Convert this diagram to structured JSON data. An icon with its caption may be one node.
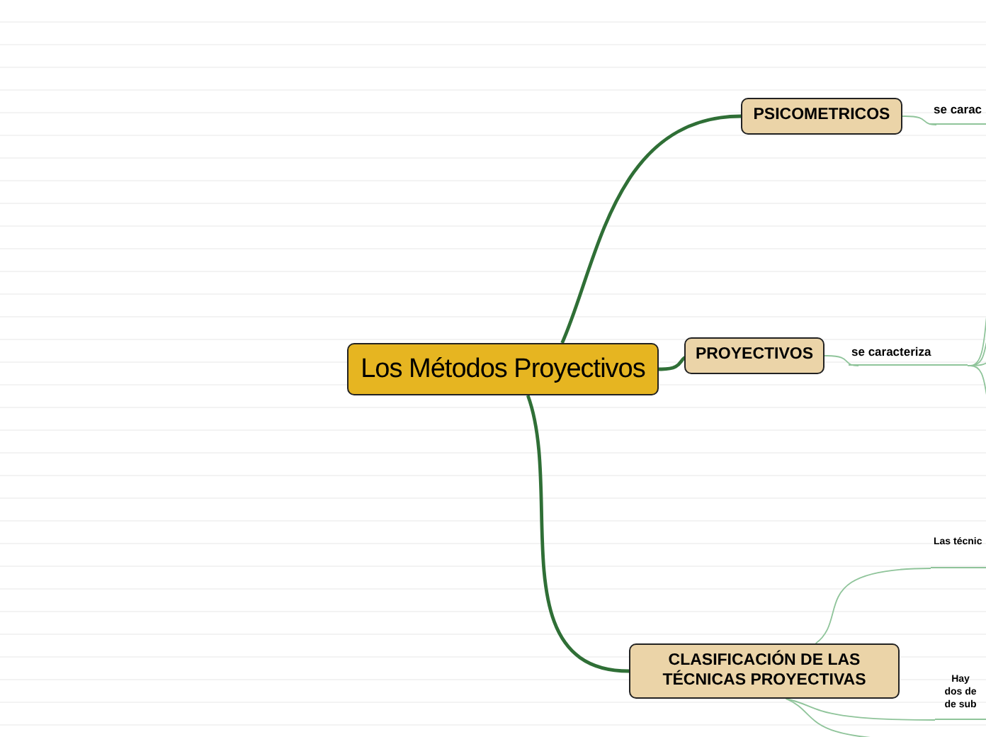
{
  "diagram": {
    "nodes": [
      {
        "text": [
          "Los Métodos Proyectivos"
        ]
      },
      {
        "text": [
          "PSICOMETRICOS"
        ]
      },
      {
        "text": [
          "se carac"
        ]
      },
      {
        "text": [
          "PROYECTIVOS"
        ]
      },
      {
        "text": [
          "se caracteriza"
        ]
      },
      {
        "text": [
          "CLASIFICACIÓN DE LAS TÉCNICAS PROYECTIVAS"
        ]
      },
      {
        "text": [
          "Las técnic"
        ]
      },
      {
        "text": [
          "Hay dos de de sub"
        ]
      }
    ],
    "edges": [
      {
        "from": 0,
        "to": 1,
        "arrow": "none",
        "style": "thick",
        "color": "#2f6f36"
      },
      {
        "from": 0,
        "to": 3,
        "arrow": "none",
        "style": "thick",
        "color": "#2f6f36"
      },
      {
        "from": 0,
        "to": 5,
        "arrow": "none",
        "style": "thick",
        "color": "#2f6f36"
      },
      {
        "from": 1,
        "to": 2,
        "arrow": "none"
      },
      {
        "from": 3,
        "to": 4,
        "arrow": "none"
      },
      {
        "from": 4,
        "to": null,
        "arrow": "none"
      },
      {
        "from": 4,
        "to": null,
        "arrow": "none"
      },
      {
        "from": 4,
        "to": null,
        "arrow": "none"
      },
      {
        "from": 4,
        "to": null,
        "arrow": "none"
      },
      {
        "from": 5,
        "to": 6,
        "arrow": "none"
      },
      {
        "from": 5,
        "to": 7,
        "arrow": "none"
      },
      {
        "from": 5,
        "to": null,
        "arrow": "none"
      }
    ]
  }
}
